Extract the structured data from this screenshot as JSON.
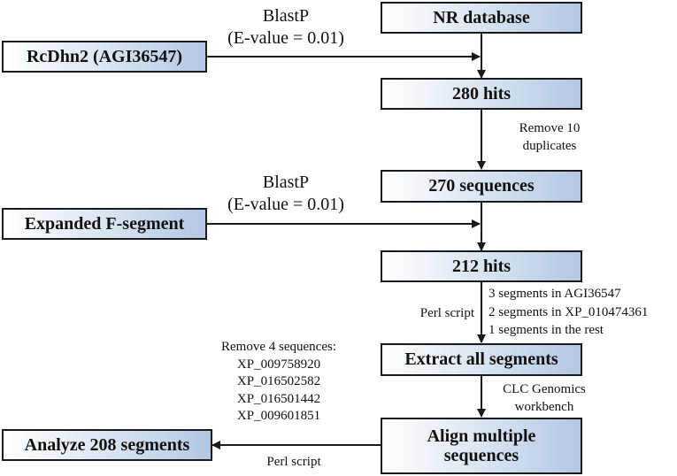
{
  "boxes": {
    "nr_database": "NR database",
    "hits_280": "280 hits",
    "seq_270": "270 sequences",
    "hits_212": "212 hits",
    "extract": "Extract all segments",
    "align_line1": "Align multiple",
    "align_line2": "sequences",
    "rcdhn2": "RcDhn2 (AGI36547)",
    "expanded": "Expanded F-segment",
    "analyze": "Analyze 208 segments"
  },
  "labels": {
    "blastp1_line1": "BlastP",
    "blastp1_line2": "(E-value = 0.01)",
    "blastp2_line1": "BlastP",
    "blastp2_line2": "(E-value = 0.01)",
    "remove_dup_line1": "Remove 10",
    "remove_dup_line2": "duplicates",
    "segments_line1": "3 segments in AGI36547",
    "segments_line2": "2 segments in XP_010474361",
    "segments_line3": "1 segments in the rest",
    "perl1": "Perl script",
    "clc_line1": "CLC Genomics",
    "clc_line2": "workbench",
    "remove4_title": "Remove 4 sequences:",
    "remove4_items": [
      "XP_009758920",
      "XP_016502582",
      "XP_016501442",
      "XP_009601851"
    ],
    "perl2": "Perl script"
  },
  "colors": {
    "box_gradient_light": "#ffffff",
    "box_gradient_dark": "#b3c7e3",
    "stroke": "#1a1a1a"
  }
}
